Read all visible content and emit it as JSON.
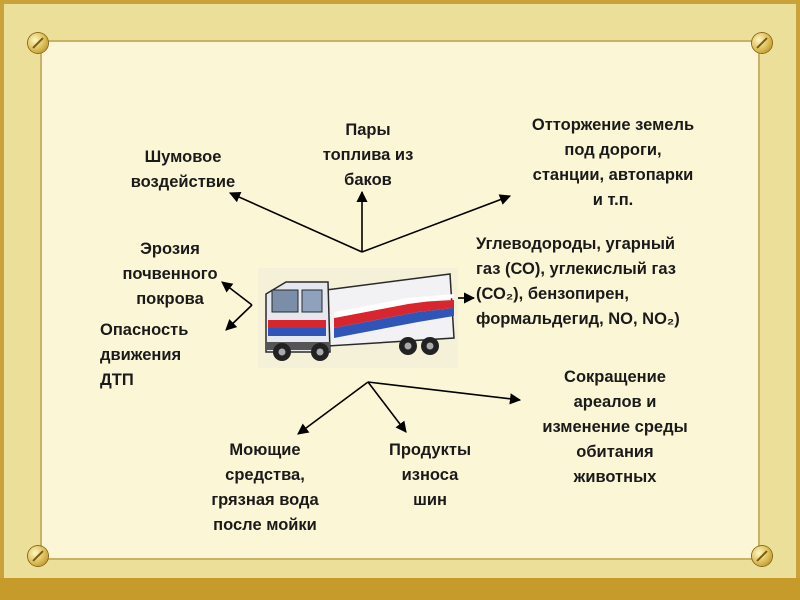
{
  "center": {
    "image_name": "truck-with-trailer"
  },
  "nodes": {
    "noise": "Шумовое\nвоздействие",
    "fuel_vapors": "Пары\nтоплива из\nбаков",
    "land_alienation": "Отторжение земель\nпод дороги,\nстанции, автопарки\nи т.п.",
    "soil_erosion": "Эрозия\nпочвенного\nпокрова",
    "road_danger": "Опасность\nдвижения\nДТП",
    "emissions": "Углеводороды, угарный\nгаз (СО), углекислый газ\n(СО₂), бензопирен,\nформальдегид, NO, NO₂)",
    "detergents": "Моющие\nсредства,\nгрязная вода\nпосле мойки",
    "tire_wear": "Продукты\nизноса\nшин",
    "habitat_loss": "Сокращение\nареалов и\nизменение среды\nобитания\nживотных"
  },
  "colors": {
    "frame": "#ebdf9a",
    "frame_border": "#c9a23c",
    "background": "#fbf6d6",
    "text": "#1a1a1a",
    "arrow": "#000000"
  }
}
